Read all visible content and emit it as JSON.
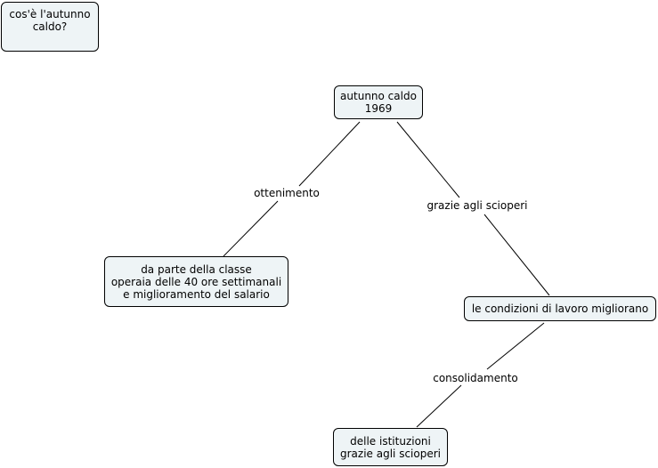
{
  "diagram": {
    "title_node": {
      "lines": [
        "cos'è l'autunno",
        "caldo?"
      ]
    },
    "nodes": {
      "root": {
        "lines": [
          "autunno caldo",
          "1969"
        ]
      },
      "classe": {
        "lines": [
          "da parte della classe",
          "operaia delle 40 ore settimanali",
          "e miglioramento del salario"
        ]
      },
      "condizioni": {
        "lines": [
          "le condizioni di lavoro migliorano"
        ]
      },
      "istituzioni": {
        "lines": [
          "delle istituzioni",
          "grazie agli scioperi"
        ]
      }
    },
    "links": {
      "ottenimento": "ottenimento",
      "scioperi": "grazie agli scioperi",
      "consolidamento": "consolidamento"
    },
    "colors": {
      "node_fill": "#eef4f6",
      "node_border": "#000000",
      "connector": "#000000"
    }
  }
}
